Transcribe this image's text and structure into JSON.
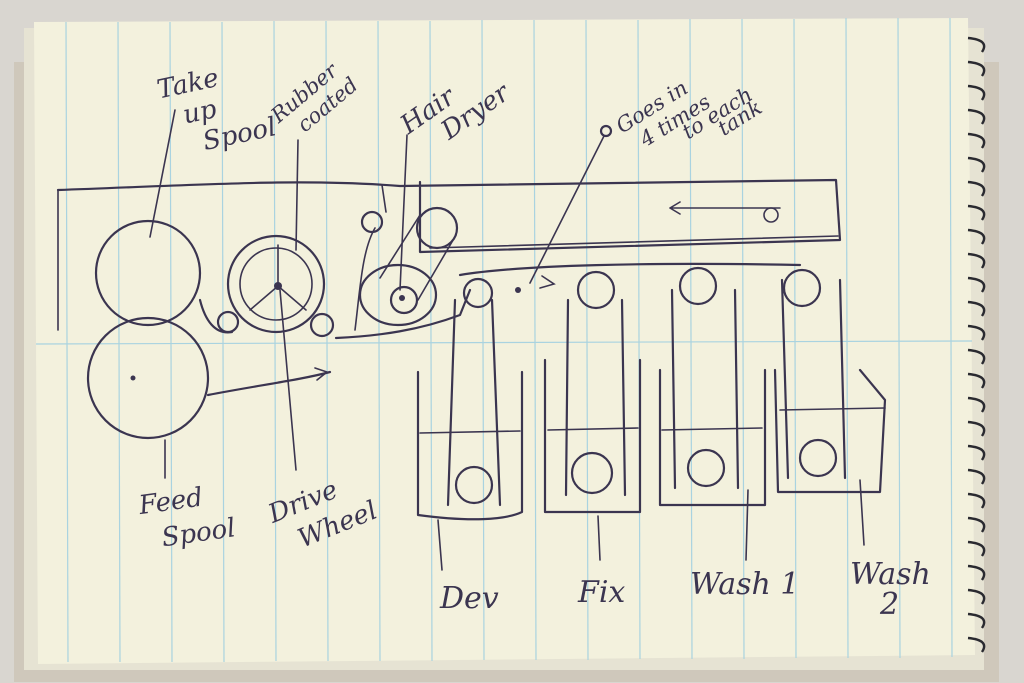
{
  "labels": {
    "take_up_spool": [
      "Take",
      "up",
      "Spool"
    ],
    "rubber_coated": [
      "Rubber",
      "coated"
    ],
    "hair_dryer": [
      "Hair",
      "Dryer"
    ],
    "goes_in": [
      "Goes in",
      "4 times",
      "to each",
      "tank"
    ],
    "feed_spool": [
      "Feed",
      "Spool"
    ],
    "drive_wheel": [
      "Drive",
      "Wheel"
    ],
    "dev": "Dev",
    "fix": "Fix",
    "wash1": "Wash 1",
    "wash2": [
      "Wash",
      "2"
    ]
  },
  "colors": {
    "ink": "#3b3550",
    "paper": "#f3f1dd",
    "blue_rule": "#a9d3e0",
    "backing": "#cfc8bb"
  }
}
